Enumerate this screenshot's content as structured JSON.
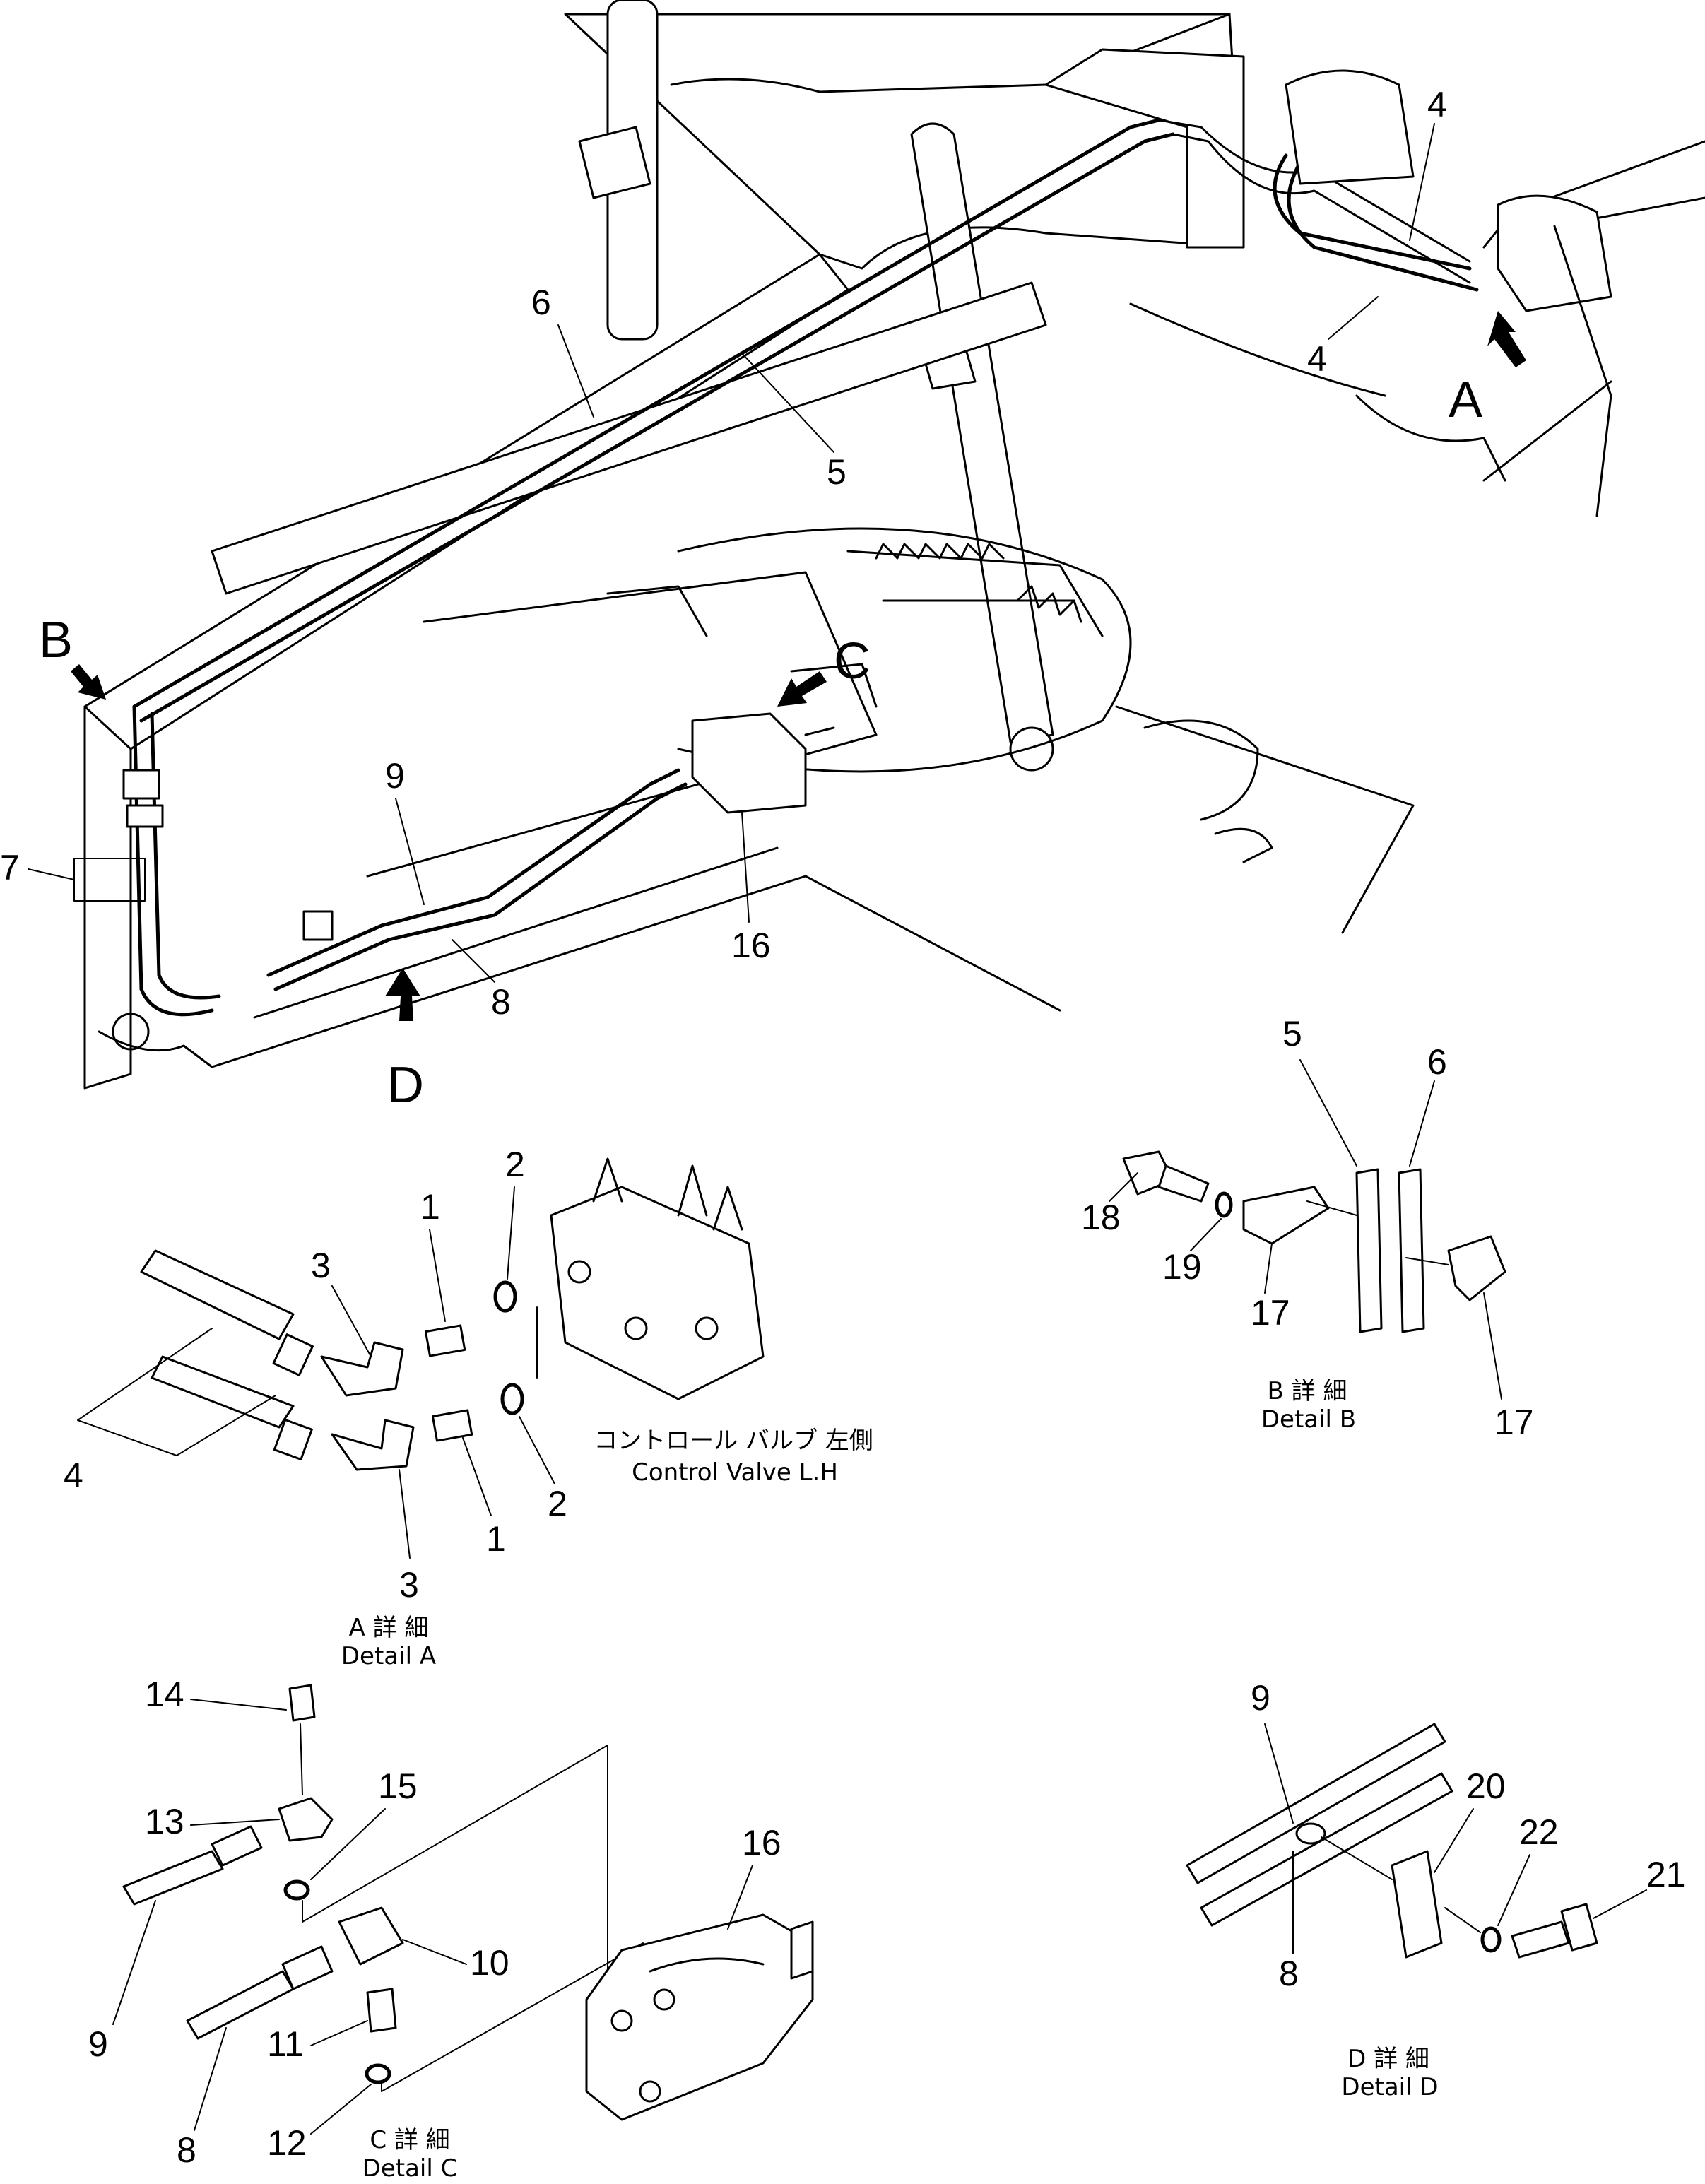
{
  "views": {
    "A": "A",
    "B": "B",
    "C": "C",
    "D": "D"
  },
  "callouts": {
    "main": [
      "4",
      "4",
      "6",
      "5",
      "7",
      "9",
      "8",
      "16"
    ],
    "detail_a": [
      "1",
      "2",
      "3",
      "4",
      "3",
      "1",
      "2"
    ],
    "detail_b": [
      "5",
      "6",
      "18",
      "19",
      "17",
      "17"
    ],
    "detail_c": [
      "14",
      "13",
      "15",
      "10",
      "11",
      "9",
      "8",
      "12",
      "16"
    ],
    "detail_d": [
      "9",
      "20",
      "22",
      "21",
      "8"
    ]
  },
  "captions": {
    "control_valve_jp": "コントロール バルブ 左側",
    "control_valve_en": "Control Valve L.H",
    "detail_a_jp": "A 詳 細",
    "detail_a_en": "Detail A",
    "detail_b_jp": "B 詳 細",
    "detail_b_en": "Detail B",
    "detail_c_jp": "C 詳 細",
    "detail_c_en": "Detail C",
    "detail_d_jp": "D 詳 細",
    "detail_d_en": "Detail D"
  }
}
